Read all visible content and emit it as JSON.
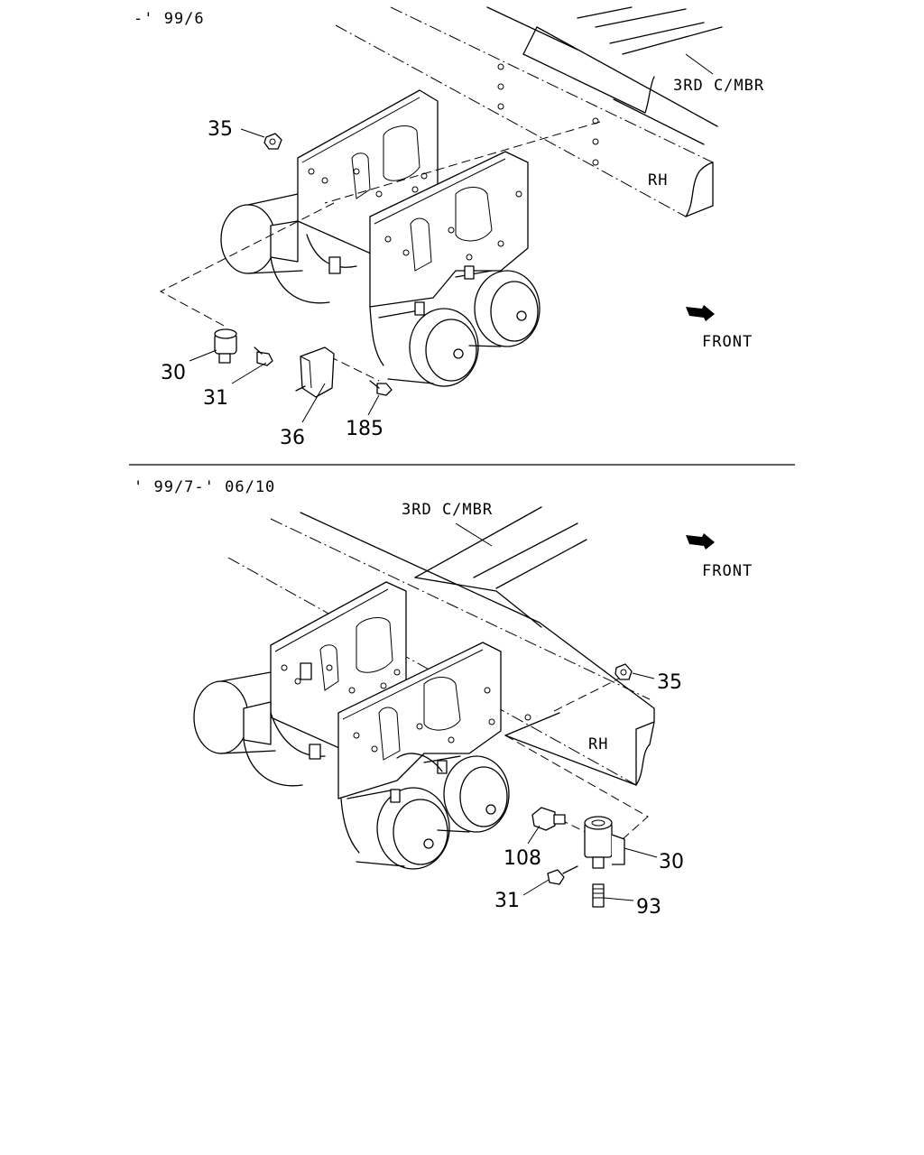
{
  "top_section": {
    "date_range": "-' 99/6",
    "member_label": "3RD C/MBR",
    "side_label": "RH",
    "front_label": "FRONT",
    "callouts": {
      "c35": "35",
      "c30": "30",
      "c31": "31",
      "c36": "36",
      "c185": "185"
    }
  },
  "bottom_section": {
    "date_range": "' 99/7-' 06/10",
    "member_label": "3RD C/MBR",
    "side_label": "RH",
    "front_label": "FRONT",
    "callouts": {
      "c35": "35",
      "c108": "108",
      "c30": "30",
      "c31": "31",
      "c93": "93"
    }
  },
  "icons": {
    "front_arrow": "front-arrow-icon"
  }
}
